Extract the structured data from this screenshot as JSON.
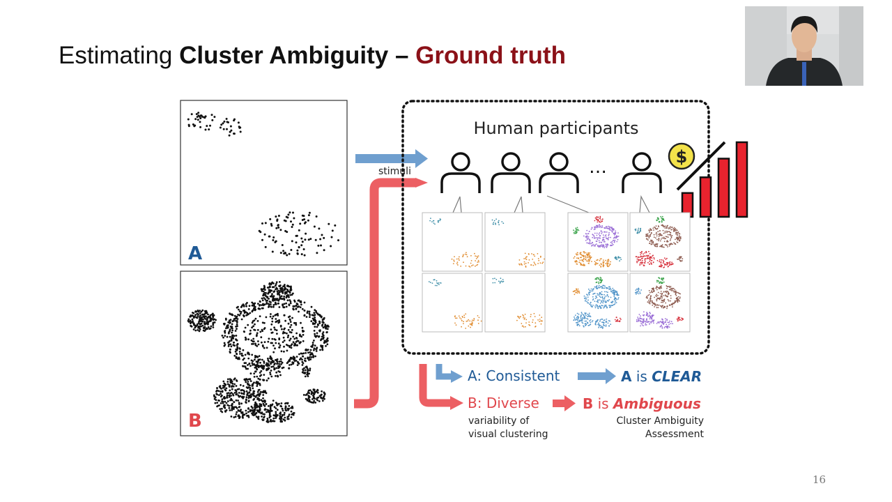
{
  "slide": {
    "title_part1": "Estimating ",
    "title_part2": "Cluster Ambiguity",
    "title_part3": " – ",
    "title_part4": "Ground truth",
    "page_number": "16"
  },
  "panels": {
    "a_label": "A",
    "b_label": "B"
  },
  "flow": {
    "stimuli_label": "stimuli",
    "participants_title": "Human participants",
    "ellipsis": "…",
    "coin_symbol": "$"
  },
  "results": {
    "a_result": "A: Consistent",
    "a_conclusion_prefix": "A",
    "a_conclusion_is": " is ",
    "a_conclusion_word": "CLEAR",
    "b_result": "B: Diverse",
    "b_conclusion_prefix": "B",
    "b_conclusion_is": " is ",
    "b_conclusion_word": "Ambiguous",
    "variability_line1": "variability of",
    "variability_line2": "visual clustering",
    "assessment_line1": "Cluster Ambiguity",
    "assessment_line2": "Assessment"
  },
  "colors": {
    "title_red": "#8b1118",
    "blue_arrow": "#6f9fcf",
    "red_arrow": "#ec5f63",
    "dark_blue_text": "#1f5a96",
    "red_text": "#e0474c",
    "bar_red": "#e8232e",
    "coin_yellow": "#f3e24a",
    "cluster_teal": "#3f8fa8",
    "cluster_orange": "#e08a2c",
    "cluster_purple": "#9a6ed6",
    "cluster_green": "#3aa34a",
    "cluster_red": "#d62f3a",
    "cluster_blue": "#4f93c8",
    "cluster_brown": "#8c5a4e"
  },
  "icons": [
    "person-icon",
    "dollar-coin-icon",
    "bar-chart-icon",
    "arrow-right-icon"
  ],
  "bar_levels": [
    0.32,
    0.53,
    0.78,
    1.0
  ]
}
